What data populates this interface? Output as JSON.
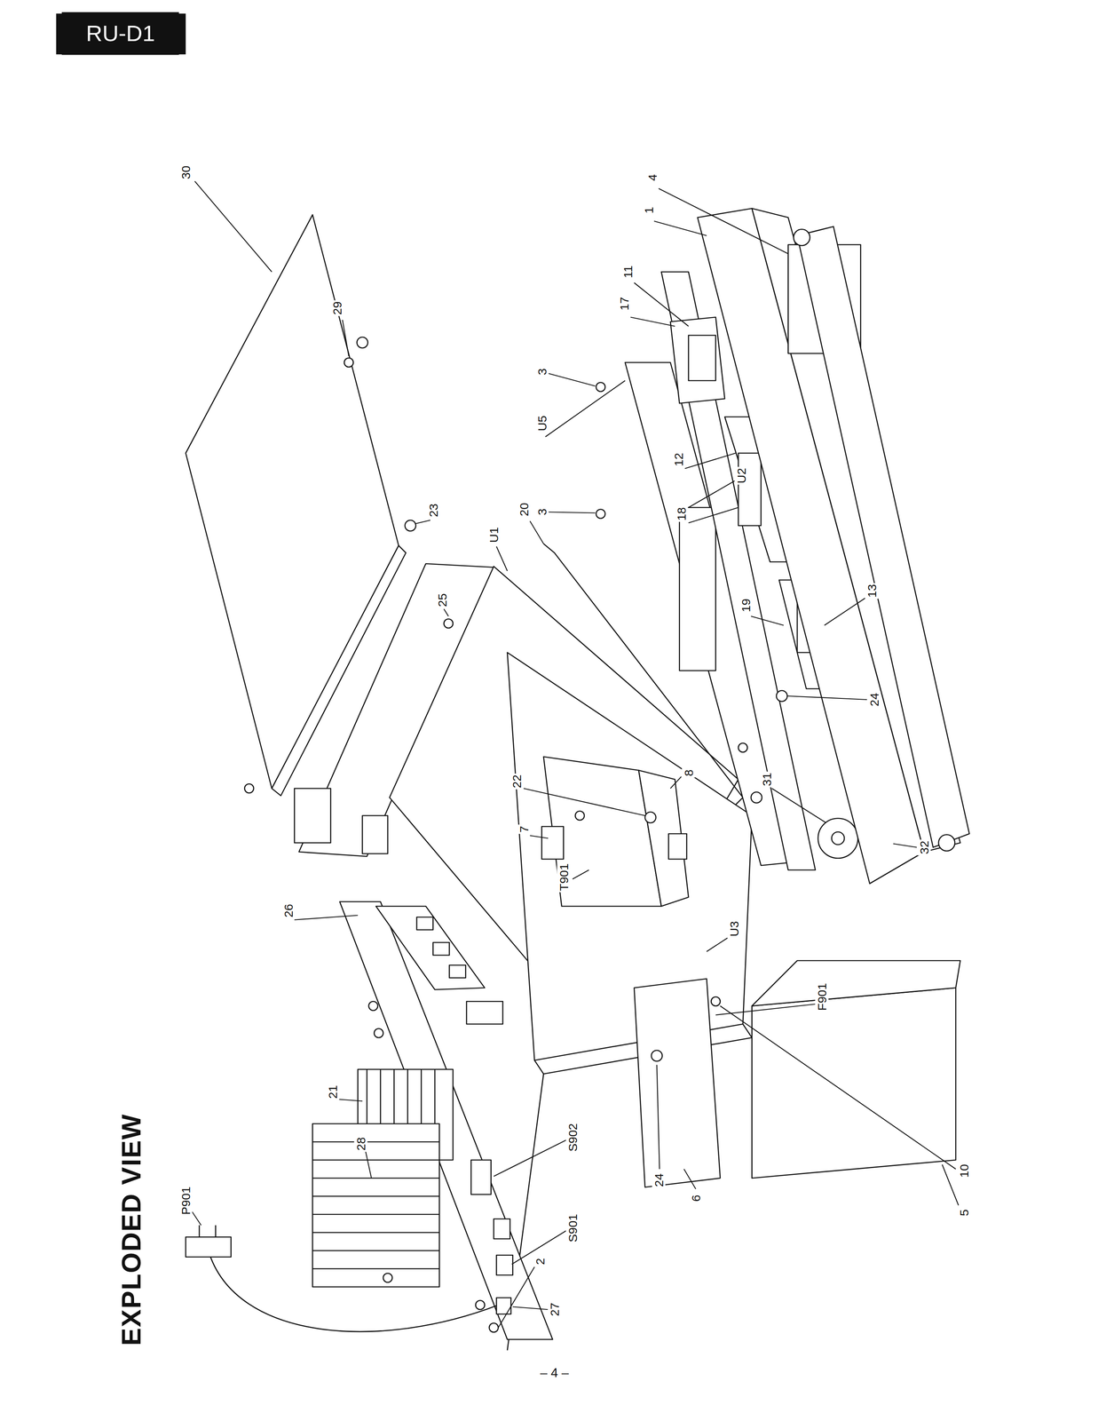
{
  "diagram": {
    "title": "EXPLODED VIEW",
    "labels": [
      "RU-D1",
      "29",
      "30",
      "23",
      "25",
      "U1",
      "20",
      "3",
      "U5",
      "3",
      "17",
      "11",
      "1",
      "4",
      "12",
      "18",
      "19",
      "13",
      "24",
      "U2",
      "22",
      "7",
      "8",
      "31",
      "32",
      "T901",
      "U3",
      "26",
      "21",
      "28",
      "P901",
      "F901",
      "S902",
      "S901",
      "2",
      "27",
      "24",
      "6",
      "10",
      "5",
      "– 4 –"
    ]
  }
}
